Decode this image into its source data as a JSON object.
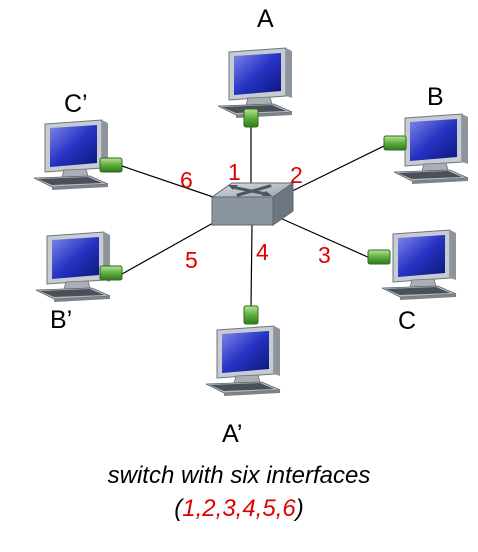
{
  "hosts": {
    "a": "A",
    "b": "B",
    "c": "C",
    "a_prime": "A’",
    "b_prime": "B’",
    "c_prime": "C’"
  },
  "ports": [
    "1",
    "2",
    "3",
    "4",
    "5",
    "6"
  ],
  "caption": {
    "line1": "switch with six interfaces",
    "open_paren": "(",
    "interfaces": "1,2,3,4,5,6",
    "close_paren": ")"
  },
  "colors": {
    "port_label": "#e00000",
    "link_line": "#000000",
    "switch_body": "#9aa4ad",
    "monitor_screen": "#1a2db8",
    "nic": "#6ab04c"
  }
}
